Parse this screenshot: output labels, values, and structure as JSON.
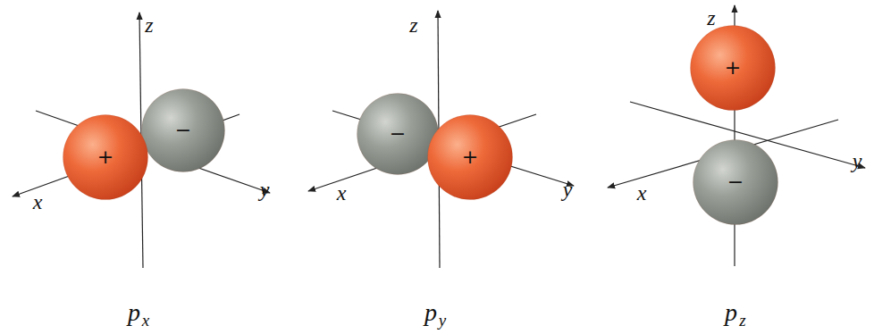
{
  "diagram": {
    "nodes": [
      {
        "text": [
          "+"
        ]
      },
      {
        "text": [
          "−"
        ]
      },
      {
        "text": [
          "−"
        ]
      },
      {
        "text": [
          "+"
        ]
      },
      {
        "text": [
          "+"
        ]
      },
      {
        "text": [
          "−"
        ]
      }
    ],
    "labels": [
      "z",
      "x",
      "y",
      "p",
      "x",
      "z",
      "x",
      "y",
      "p",
      "y",
      "z",
      "x",
      "y",
      "p",
      "z"
    ]
  }
}
